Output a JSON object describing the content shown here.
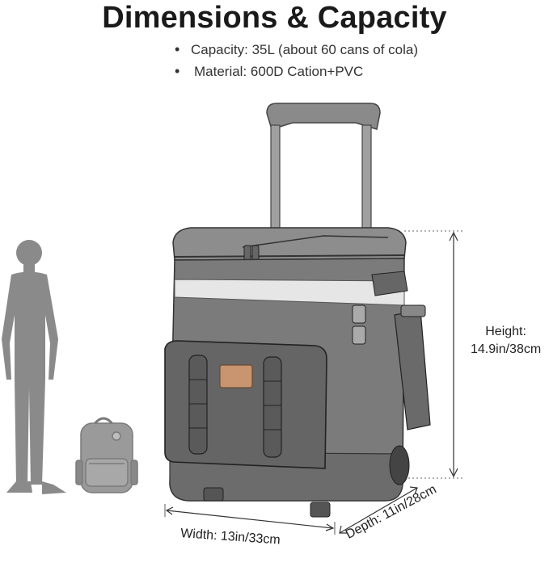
{
  "title": "Dimensions & Capacity",
  "specs": [
    "Capacity: 35L (about 60 cans of cola)",
    "Material: 600D Cation+PVC"
  ],
  "dimensions": {
    "height_line1": "Height:",
    "height_line2": "14.9in/38cm",
    "width": "Width: 13in/33cm",
    "depth": "Depth: 11in/28cm"
  },
  "icons": [
    "person-silhouette-icon",
    "backpack-icon",
    "rolling-cooler-bag-illustration"
  ],
  "colors": {
    "silhouette": "#8a8a8a",
    "bag_body": "#7b7b7b",
    "bag_dark": "#5f5f5f",
    "reflective_strip": "#e6e6e6",
    "leather_tag": "#c89570"
  }
}
